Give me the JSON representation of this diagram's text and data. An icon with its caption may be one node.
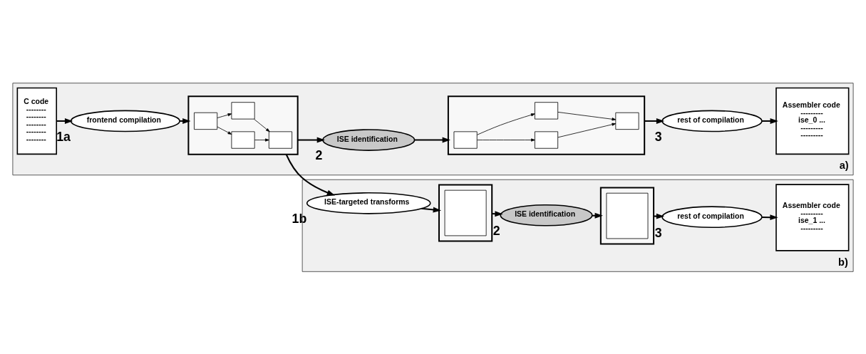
{
  "diagram": {
    "nodes": [
      {
        "text": [
          "a)"
        ]
      },
      {
        "text": [
          "C code",
          "--------",
          "--------",
          "--------",
          "--------",
          "--------"
        ],
        "in": 0
      },
      {
        "text": [
          "frontend compilation"
        ],
        "in": 0,
        "beside": [
          "1a"
        ]
      },
      {
        "text": [],
        "shape": "box",
        "in": 0
      },
      {
        "text": [],
        "shape": "box",
        "in": 3
      },
      {
        "text": [],
        "shape": "box",
        "in": 3
      },
      {
        "text": [],
        "shape": "box",
        "in": 3
      },
      {
        "text": [],
        "shape": "box",
        "in": 3
      },
      {
        "text": [
          "ISE identification"
        ],
        "in": 0,
        "beside": [
          "2"
        ]
      },
      {
        "text": [],
        "shape": "box",
        "in": 0
      },
      {
        "text": [],
        "shape": "box",
        "in": 9
      },
      {
        "text": [],
        "shape": "box",
        "in": 9
      },
      {
        "text": [],
        "shape": "box",
        "in": 9
      },
      {
        "text": [],
        "shape": "box",
        "in": 9
      },
      {
        "text": [
          "rest of compilation"
        ],
        "in": 0,
        "beside": [
          "3"
        ]
      },
      {
        "text": [
          "Assembler code",
          "---------",
          "ise_0 ...",
          "---------",
          "---------"
        ],
        "in": 0
      },
      {
        "text": [
          "b)"
        ]
      },
      {
        "text": [
          "ISE-targeted transforms"
        ],
        "in": 16,
        "beside": [
          "1b"
        ]
      },
      {
        "text": [],
        "shape": "box",
        "in": 16
      },
      {
        "text": [],
        "shape": "box",
        "in": 18
      },
      {
        "text": [
          "ISE identification"
        ],
        "in": 16,
        "beside": [
          "2"
        ]
      },
      {
        "text": [],
        "shape": "box",
        "in": 16
      },
      {
        "text": [],
        "shape": "box",
        "in": 21
      },
      {
        "text": [
          "rest of compilation"
        ],
        "in": 16,
        "beside": [
          "3"
        ]
      },
      {
        "text": [
          "Assembler code",
          "---------",
          "ise_1 ...",
          "---------"
        ],
        "in": 16
      }
    ],
    "edges": [
      {
        "from": 1,
        "to": 2,
        "arrow": "to"
      },
      {
        "from": 2,
        "to": 3,
        "arrow": "to"
      },
      {
        "from": 4,
        "to": 5,
        "arrow": "to"
      },
      {
        "from": 4,
        "to": 6,
        "arrow": "to"
      },
      {
        "from": 5,
        "to": 7,
        "arrow": "to"
      },
      {
        "from": 6,
        "to": 7,
        "arrow": "to"
      },
      {
        "from": 3,
        "to": 8,
        "arrow": "to"
      },
      {
        "from": 8,
        "to": 9,
        "arrow": "to"
      },
      {
        "from": 10,
        "to": 11,
        "arrow": "to"
      },
      {
        "from": 10,
        "to": 12,
        "arrow": "to"
      },
      {
        "from": 11,
        "to": 13,
        "arrow": "to"
      },
      {
        "from": 12,
        "to": 13,
        "arrow": "to"
      },
      {
        "from": 9,
        "to": 14,
        "arrow": "to"
      },
      {
        "from": 14,
        "to": 15,
        "arrow": "to"
      },
      {
        "from": 3,
        "to": 17,
        "arrow": "to"
      },
      {
        "from": 17,
        "to": 18,
        "arrow": "to"
      },
      {
        "from": 18,
        "to": 20,
        "arrow": "to"
      },
      {
        "from": 20,
        "to": 21,
        "arrow": "to"
      },
      {
        "from": 21,
        "to": 23,
        "arrow": "to"
      },
      {
        "from": 23,
        "to": 24,
        "arrow": "to"
      }
    ]
  }
}
